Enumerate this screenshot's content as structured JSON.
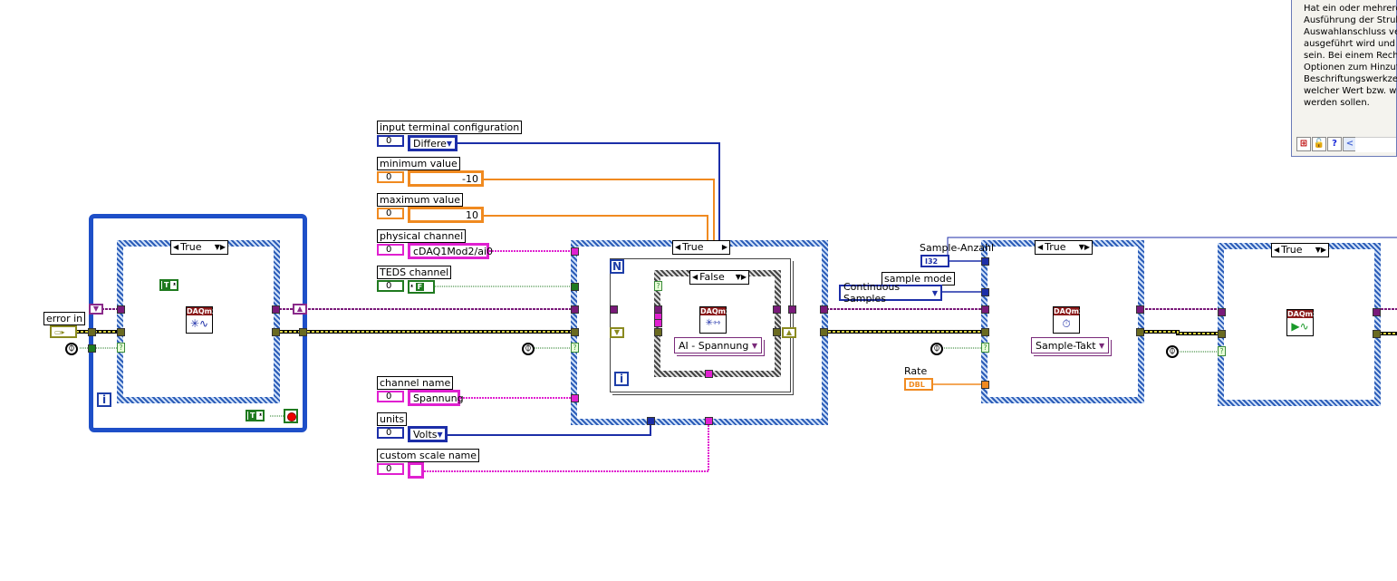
{
  "help_window": {
    "lines": [
      "Hat ein oder mehrere",
      "Ausführung der Struk",
      "Auswahlanschluss ver",
      "ausgeführt wird und k",
      "sein. Bei einem Rechts",
      "Optionen zum Hinzufü",
      "Beschriftungswerkzeu",
      "welcher Wert bzw. we",
      "werden sollen."
    ],
    "toolbar": {
      "vi_icon": "vi-icon",
      "lock_icon": "lock-icon",
      "help_label": "?",
      "back_label": "<"
    }
  },
  "controls": {
    "error_in": {
      "label": "error in"
    },
    "input_terminal_configuration": {
      "label": "input terminal configuration",
      "index": "0",
      "value": "Differe"
    },
    "minimum_value": {
      "label": "minimum value",
      "index": "0",
      "value": "-10"
    },
    "maximum_value": {
      "label": "maximum value",
      "index": "0",
      "value": "10"
    },
    "physical_channel": {
      "label": "physical channel",
      "index": "0",
      "value": "cDAQ1Mod2/ai0"
    },
    "teds_channel": {
      "label": "TEDS channel",
      "index": "0",
      "value": "F"
    },
    "channel_name": {
      "label": "channel name",
      "index": "0",
      "value": "Spannung"
    },
    "units": {
      "label": "units",
      "index": "0",
      "value": "Volts"
    },
    "custom_scale_name": {
      "label": "custom scale name",
      "index": "0",
      "value": ""
    },
    "sample_count": {
      "label": "Sample-Anzahl",
      "type": "I32"
    },
    "sample_mode": {
      "label": "sample mode",
      "value": "Continuous Samples"
    },
    "rate": {
      "label": "Rate",
      "type": "DBL"
    }
  },
  "structures": {
    "case1_selector": "True",
    "case2_selector": "True",
    "inner_case_selector": "False",
    "case3_selector": "True",
    "case4_selector": "True",
    "for_loop_count": "N",
    "iteration": "i"
  },
  "nodes": {
    "daqmx_header": "DAQmx",
    "create_channel_poly": "AI - Spannung",
    "timing_poly": "Sample-Takt",
    "bool_true": "T",
    "bool_false": "F"
  },
  "colors": {
    "error_wire": "#b0b020",
    "task_wire": "#7a1a7a",
    "string_wire": "#e020d0",
    "enum_wire": "#1c2ea8",
    "dbl_wire": "#f08a20",
    "bool_wire": "#1f7a1f",
    "case_border": "#3a6cc0",
    "while_loop": "#1e4fc8"
  }
}
